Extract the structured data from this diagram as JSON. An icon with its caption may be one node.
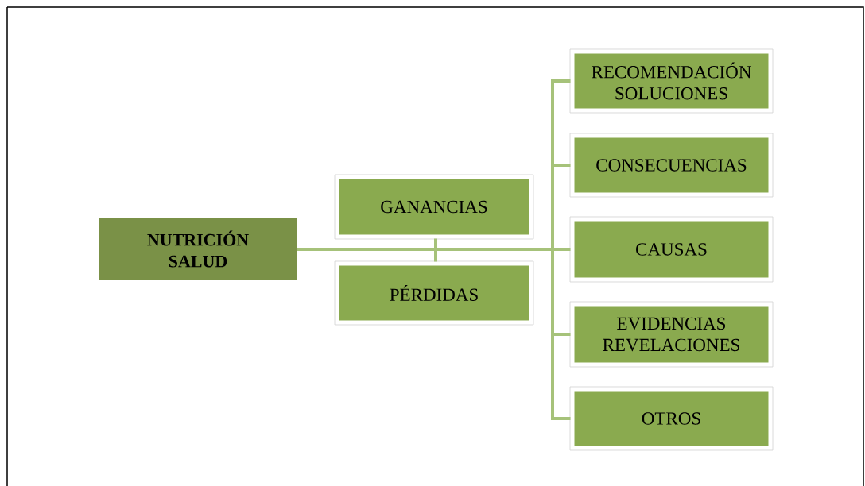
{
  "diagram": {
    "nodes": [
      {
        "text": [
          "NUTRICIÓN SALUD"
        ]
      },
      {
        "text": [
          "GANANCIAS"
        ]
      },
      {
        "text": [
          "PÉRDIDAS"
        ]
      },
      {
        "text": [
          "RECOMENDACIÓN SOLUCIONES"
        ]
      },
      {
        "text": [
          "CONSECUENCIAS"
        ]
      },
      {
        "text": [
          "CAUSAS"
        ]
      },
      {
        "text": [
          "EVIDENCIAS REVELACIONES"
        ]
      },
      {
        "text": [
          "OTROS"
        ]
      }
    ],
    "edges": [
      {
        "from": 0,
        "to": 1,
        "arrow": "none"
      },
      {
        "from": 0,
        "to": 2,
        "arrow": "none"
      },
      {
        "from": 0,
        "to": 3,
        "arrow": "none"
      },
      {
        "from": 0,
        "to": 4,
        "arrow": "none"
      },
      {
        "from": 0,
        "to": 5,
        "arrow": "none"
      },
      {
        "from": 0,
        "to": 6,
        "arrow": "none"
      },
      {
        "from": 0,
        "to": 7,
        "arrow": "none"
      }
    ]
  }
}
